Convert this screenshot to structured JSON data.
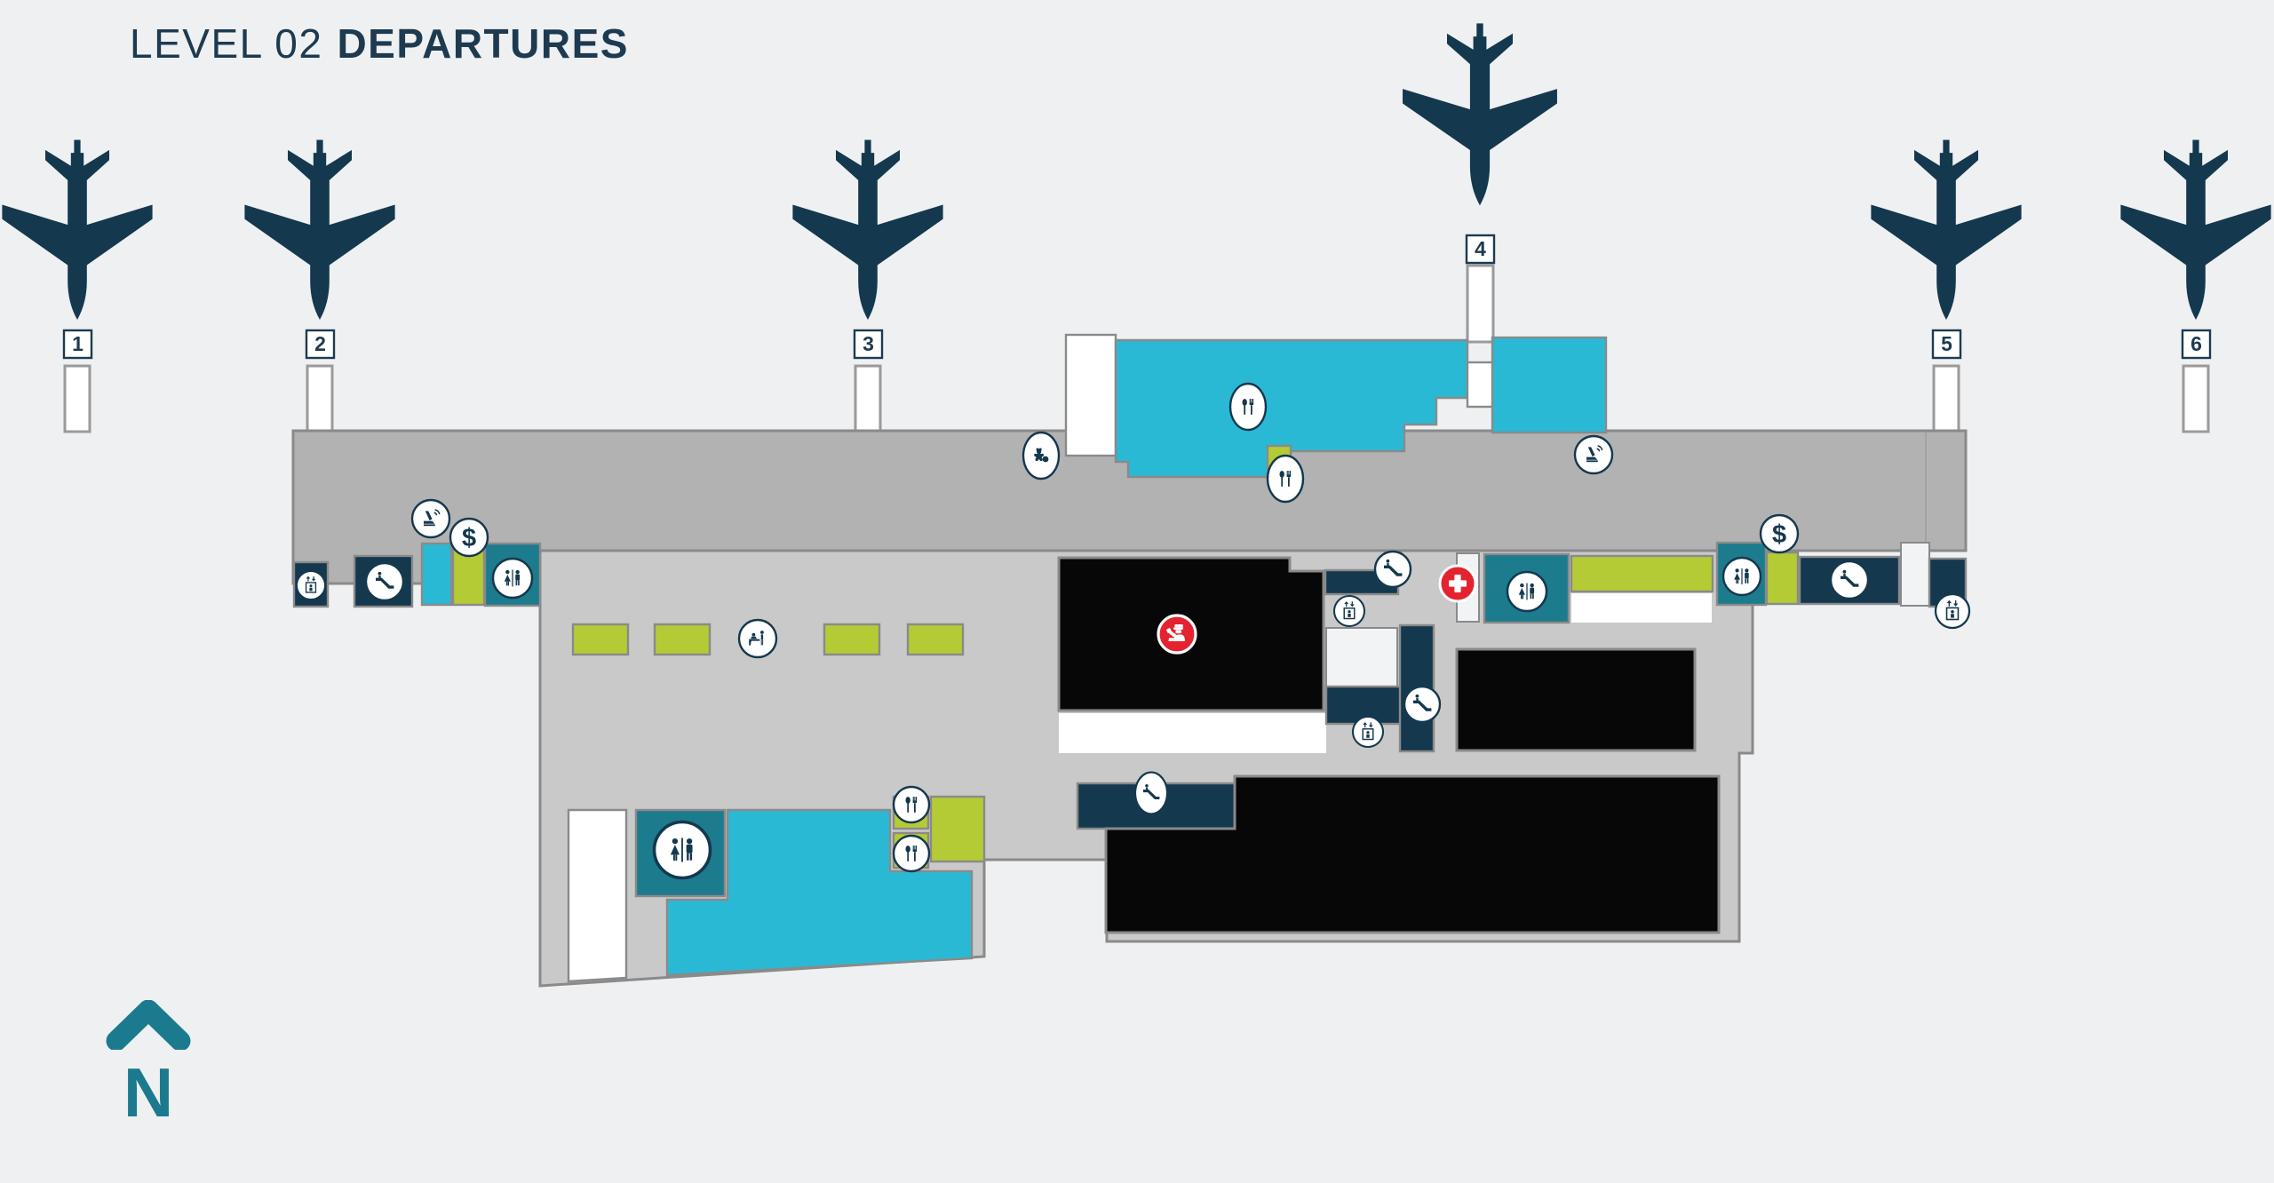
{
  "header": {
    "level": "LEVEL 02",
    "name": "DEPARTURES"
  },
  "compass": {
    "label": "N"
  },
  "gates": [
    {
      "label": "1"
    },
    {
      "label": "2"
    },
    {
      "label": "3"
    },
    {
      "label": "4"
    },
    {
      "label": "5"
    },
    {
      "label": "6"
    }
  ],
  "icons": {
    "currency_glyph": "$",
    "legend": [
      "plane",
      "gate-number",
      "jet-bridge",
      "elevator",
      "escalator",
      "restroom",
      "currency-exchange",
      "lounge",
      "food",
      "check-in-desk",
      "kids-play-area",
      "first-aid",
      "security-check",
      "north-compass"
    ]
  },
  "colors": {
    "background": "#eef0f2",
    "concourse_gray": "#b2b2b2",
    "hall_gray": "#c9c9c9",
    "outline_gray": "#8a8a8a",
    "navy": "#14384e",
    "teal": "#1d7b8e",
    "cyan": "#2ab9d5",
    "green": "#b4cb35",
    "red": "#e32430",
    "black_zone": "#070708",
    "title_text": "#1d3a50",
    "compass_teal": "#1b7a8e"
  }
}
